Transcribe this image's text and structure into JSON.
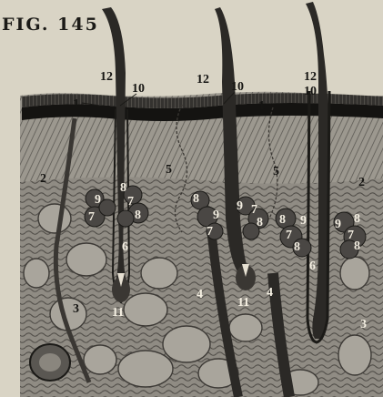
{
  "figure": {
    "title": "FIG. 145"
  },
  "labels": {
    "n1": "1",
    "n2": "2",
    "n3": "3",
    "n4": "4",
    "n5": "5",
    "n6": "6",
    "n7": "7",
    "n8": "8",
    "n9": "9",
    "n10": "10",
    "n11": "11",
    "n12": "12"
  },
  "colors": {
    "paper": "#d9d4c5",
    "ink": "#1b1a17",
    "hair": "#2b2926",
    "gland": "#4a4744",
    "dermis": "#8e8b84",
    "epidermis_dark": "#141311"
  }
}
